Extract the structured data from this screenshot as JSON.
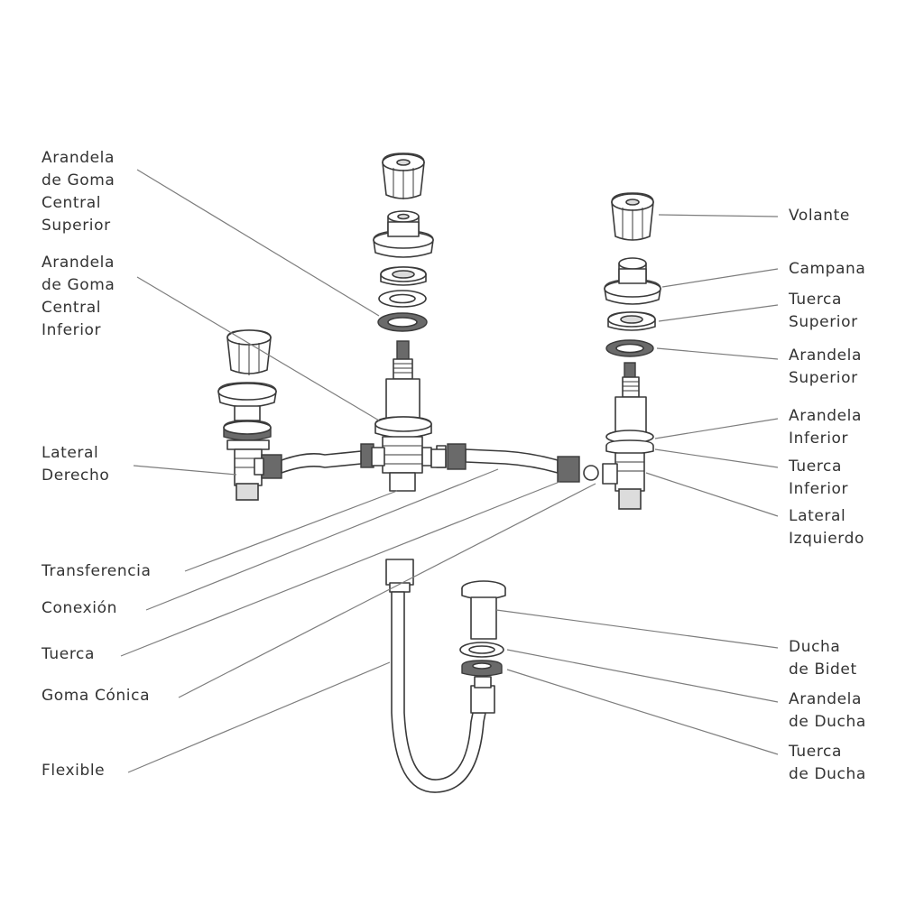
{
  "labels": {
    "arandela_goma_central_superior": [
      "Arandela",
      "de Goma",
      "Central",
      "Superior"
    ],
    "arandela_goma_central_inferior": [
      "Arandela",
      "de Goma",
      "Central",
      "Inferior"
    ],
    "lateral_derecho": [
      "Lateral",
      "Derecho"
    ],
    "transferencia": [
      "Transferencia"
    ],
    "conexion": [
      "Conexión"
    ],
    "tuerca": [
      "Tuerca"
    ],
    "goma_conica": [
      "Goma Cónica"
    ],
    "flexible": [
      "Flexible"
    ],
    "volante": [
      "Volante"
    ],
    "campana": [
      "Campana"
    ],
    "tuerca_superior": [
      "Tuerca",
      "Superior"
    ],
    "arandela_superior": [
      "Arandela",
      "Superior"
    ],
    "arandela_inferior": [
      "Arandela",
      "Inferior"
    ],
    "tuerca_inferior": [
      "Tuerca",
      "Inferior"
    ],
    "lateral_izquierdo": [
      "Lateral",
      "Izquierdo"
    ],
    "ducha_de_bidet": [
      "Ducha",
      "de Bidet"
    ],
    "arandela_de_ducha": [
      "Arandela",
      "de Ducha"
    ],
    "tuerca_de_ducha": [
      "Tuerca",
      "de Ducha"
    ]
  }
}
